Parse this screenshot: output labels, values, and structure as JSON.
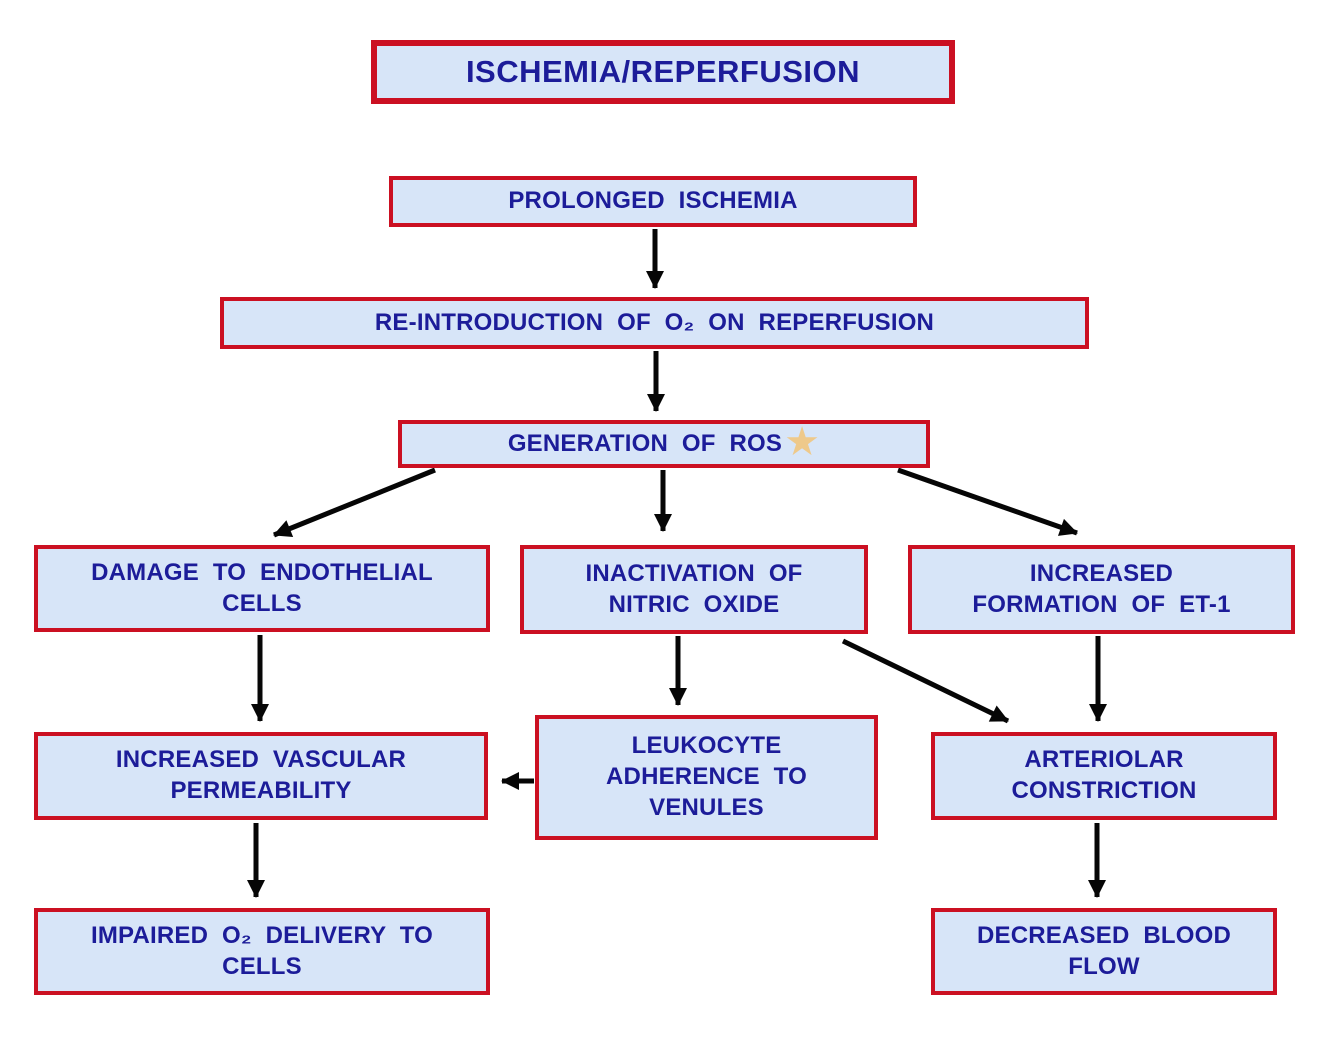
{
  "diagram": {
    "colors": {
      "box_fill": "#d7e5f8",
      "box_border": "#cb1022",
      "text": "#1c1c99",
      "arrow": "#060606",
      "star": "#eec98b"
    },
    "star_icon": "★",
    "nodes": {
      "title": {
        "lines": [
          "ISCHEMIA/REPERFUSION"
        ]
      },
      "prolonged": {
        "lines": [
          "PROLONGED ISCHEMIA"
        ]
      },
      "reintroduction": {
        "lines": [
          "RE-INTRODUCTION OF O₂ ON REPERFUSION"
        ]
      },
      "ros": {
        "lines": [
          "GENERATION OF ROS"
        ]
      },
      "damage": {
        "lines": [
          "DAMAGE TO ENDOTHELIAL",
          "CELLS"
        ]
      },
      "nitric": {
        "lines": [
          "INACTIVATION OF",
          "NITRIC OXIDE"
        ]
      },
      "et1": {
        "lines": [
          "INCREASED",
          "FORMATION OF ET-1"
        ]
      },
      "vascular": {
        "lines": [
          "INCREASED VASCULAR",
          "PERMEABILITY"
        ]
      },
      "leukocyte": {
        "lines": [
          "LEUKOCYTE",
          "ADHERENCE TO",
          "VENULES"
        ]
      },
      "arteriolar": {
        "lines": [
          "ARTERIOLAR",
          "CONSTRICTION"
        ]
      },
      "impaired": {
        "lines": [
          "IMPAIRED O₂ DELIVERY TO",
          "CELLS"
        ]
      },
      "decreased": {
        "lines": [
          "DECREASED BLOOD",
          "FLOW"
        ]
      }
    },
    "edges": [
      {
        "from": "prolonged",
        "to": "reintroduction"
      },
      {
        "from": "reintroduction",
        "to": "ros"
      },
      {
        "from": "ros",
        "to": "damage"
      },
      {
        "from": "ros",
        "to": "nitric"
      },
      {
        "from": "ros",
        "to": "et1"
      },
      {
        "from": "damage",
        "to": "vascular"
      },
      {
        "from": "nitric",
        "to": "leukocyte"
      },
      {
        "from": "nitric",
        "to": "arteriolar"
      },
      {
        "from": "et1",
        "to": "arteriolar"
      },
      {
        "from": "leukocyte",
        "to": "vascular"
      },
      {
        "from": "vascular",
        "to": "impaired"
      },
      {
        "from": "arteriolar",
        "to": "decreased"
      }
    ]
  }
}
